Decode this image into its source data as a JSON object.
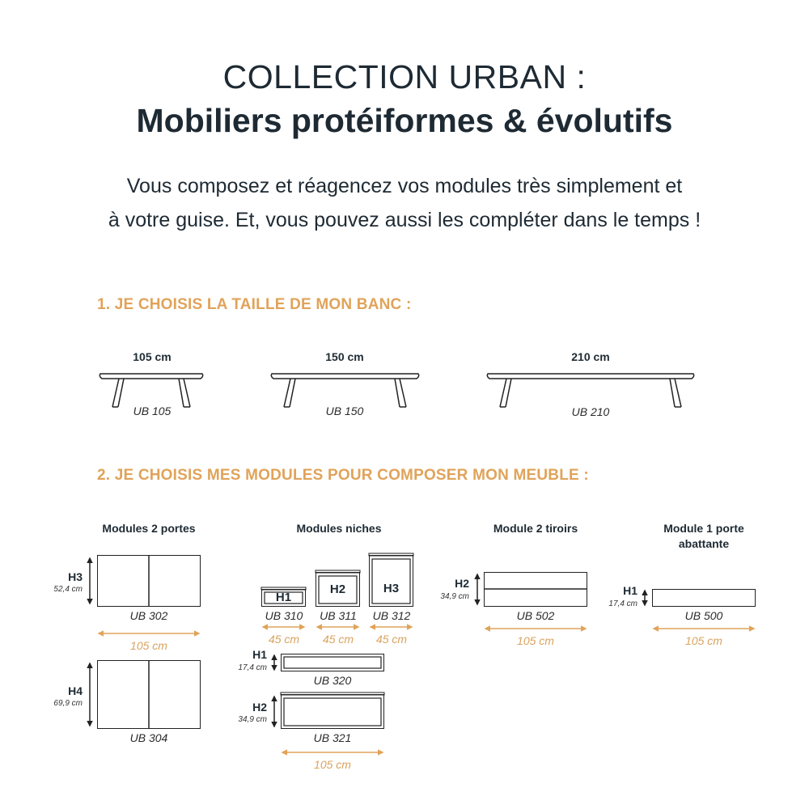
{
  "header": {
    "title_line1": "COLLECTION URBAN :",
    "title_line2": "Mobiliers protéiformes & évolutifs",
    "intro_line1": "Vous composez et réagencez vos modules très simplement et",
    "intro_line2": "à votre guise. Et, vous pouvez aussi les compléter dans le temps !"
  },
  "step1": {
    "heading": "1. JE CHOISIS LA TAILLE DE MON BANC :",
    "benches": [
      {
        "size": "105 cm",
        "ref": "UB 105"
      },
      {
        "size": "150 cm",
        "ref": "UB 150"
      },
      {
        "size": "210 cm",
        "ref": "UB 210"
      }
    ]
  },
  "step2": {
    "heading": "2. JE CHOISIS MES MODULES POUR COMPOSER MON MEUBLE :",
    "groups": {
      "two_doors": {
        "title": "Modules 2 portes",
        "h3": {
          "label": "H3",
          "height": "52,4 cm",
          "ref": "UB 302"
        },
        "h4": {
          "label": "H4",
          "height": "69,9 cm",
          "ref": "UB 304"
        },
        "width": "105 cm"
      },
      "niches": {
        "title": "Modules niches",
        "small": [
          {
            "label": "H1",
            "ref": "UB 310",
            "width": "45 cm"
          },
          {
            "label": "H2",
            "ref": "UB 311",
            "width": "45 cm"
          },
          {
            "label": "H3",
            "ref": "UB 312",
            "width": "45 cm"
          }
        ],
        "long_h1": {
          "label": "H1",
          "height": "17,4 cm",
          "ref": "UB 320"
        },
        "long_h2": {
          "label": "H2",
          "height": "34,9 cm",
          "ref": "UB 321"
        },
        "width": "105 cm"
      },
      "two_drawers": {
        "title": "Module 2 tiroirs",
        "label": "H2",
        "height": "34,9 cm",
        "ref": "UB 502",
        "width": "105 cm"
      },
      "flap_door": {
        "title_line1": "Module 1 porte",
        "title_line2": "abattante",
        "label": "H1",
        "height": "17,4 cm",
        "ref": "UB 500",
        "width": "105 cm"
      }
    }
  },
  "colors": {
    "accent": "#e0a35a",
    "text": "#1e2a33",
    "line": "#222222"
  }
}
